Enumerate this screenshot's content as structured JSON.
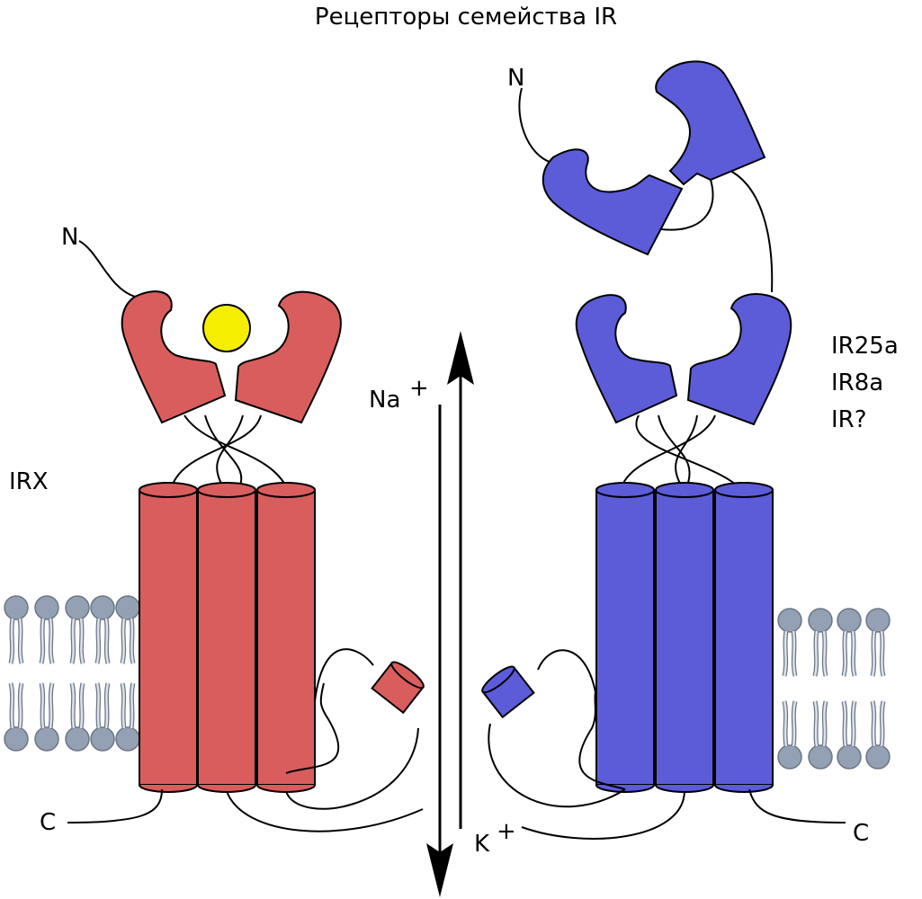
{
  "title": "Рецепторы семейства IR",
  "left_receptor": {
    "name": "IRX",
    "n_term": "N",
    "c_term": "C",
    "color": "#d95d5d",
    "ligand_color": "#f5ee00"
  },
  "right_receptor": {
    "names": [
      "IR25a",
      "IR8a",
      "IR?"
    ],
    "n_term": "N",
    "c_term": "C",
    "color": "#5c5cd9"
  },
  "ions": {
    "in_ion": "Na",
    "in_charge": "+",
    "out_ion": "K",
    "out_charge": "+"
  },
  "membrane_color": "#94a0b4"
}
